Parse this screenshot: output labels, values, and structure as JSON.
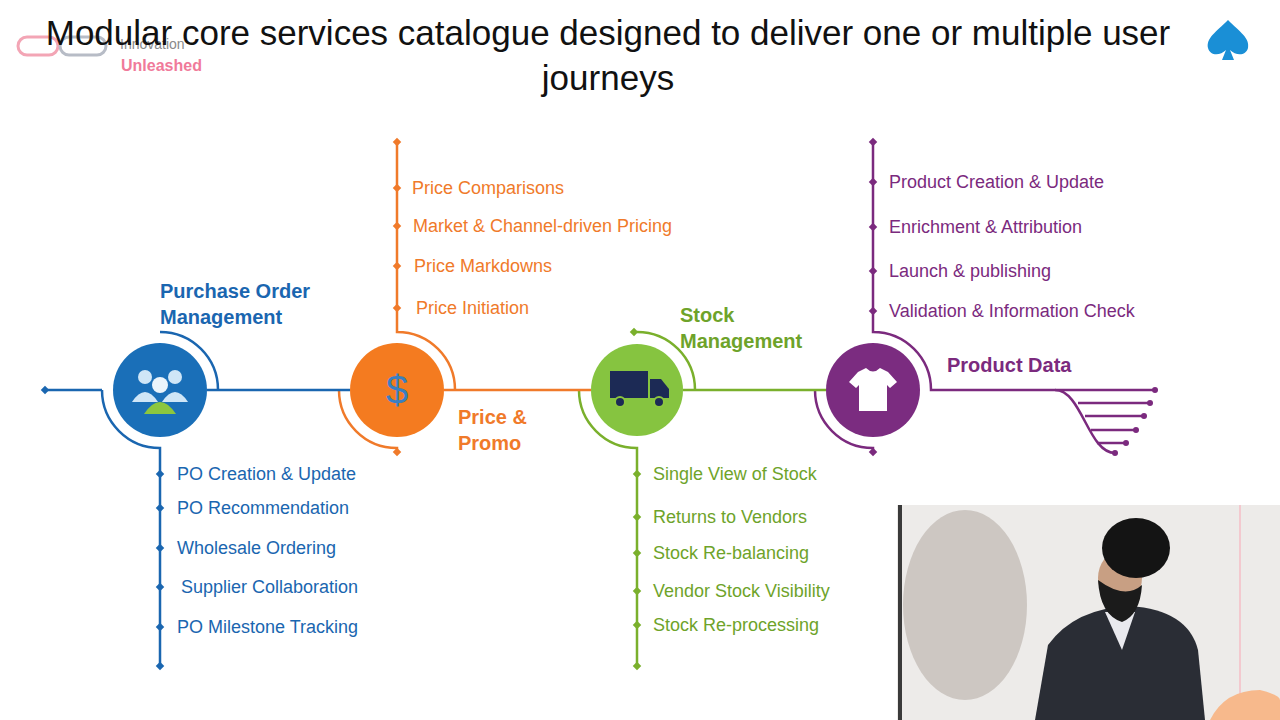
{
  "diagram": {
    "title": "Modular core services catalogue designed to deliver one or multiple user journeys",
    "nodes": [
      {
        "text": [
          "Purchase Order Management"
        ]
      },
      {
        "text": [
          "$",
          "Price & Promo"
        ]
      },
      {
        "text": [
          "Stock Management"
        ]
      },
      {
        "text": [
          "Product Data"
        ]
      }
    ],
    "edges": [
      {
        "from": 0,
        "to": 1,
        "arrow": "none"
      },
      {
        "from": 1,
        "to": 2,
        "arrow": "none"
      },
      {
        "from": 2,
        "to": 3,
        "arrow": "none"
      }
    ],
    "labels": [
      "Innovation",
      "Unleashed",
      "Price Comparisons",
      "Market & Channel-driven Pricing",
      "Price Markdowns",
      "Price Initiation",
      "Product Creation & Update",
      "Enrichment & Attribution",
      "Launch & publishing",
      "Validation & Information Check",
      "PO Creation & Update",
      "PO Recommendation",
      "Wholesale Ordering",
      "Supplier Collaboration",
      "PO Milestone Tracking",
      "Single View of Stock",
      "Returns to Vendors",
      "Stock Re-balancing",
      "Vendor Stock Visibility",
      "Stock Re-processing"
    ]
  }
}
